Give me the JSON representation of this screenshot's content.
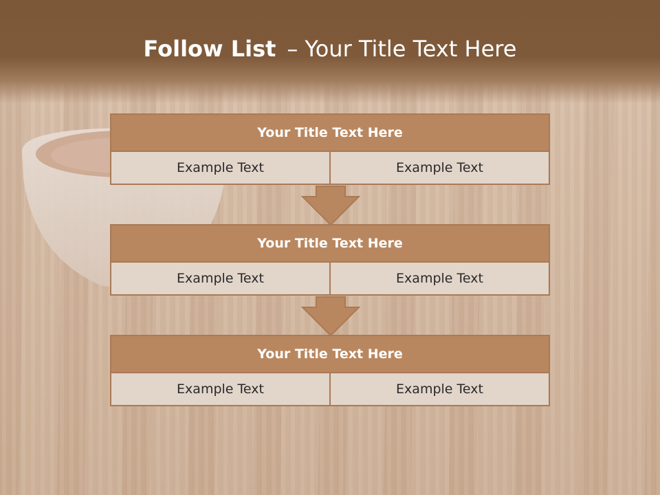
{
  "slide": {
    "title_lead": "Follow List",
    "title_dash": "–",
    "title_rest": "Your Title Text Here"
  },
  "steps": [
    {
      "title": "Your Title Text Here",
      "left": "Example Text",
      "right": "Example Text"
    },
    {
      "title": "Your Title Text Here",
      "left": "Example Text",
      "right": "Example Text"
    },
    {
      "title": "Your Title Text Here",
      "left": "Example Text",
      "right": "Example Text"
    }
  ],
  "colors": {
    "band": "#7e5a3a",
    "header": "#b9875f",
    "cell": "#e2d5ca",
    "border": "#a97a55",
    "arrow": "#b9875f"
  }
}
